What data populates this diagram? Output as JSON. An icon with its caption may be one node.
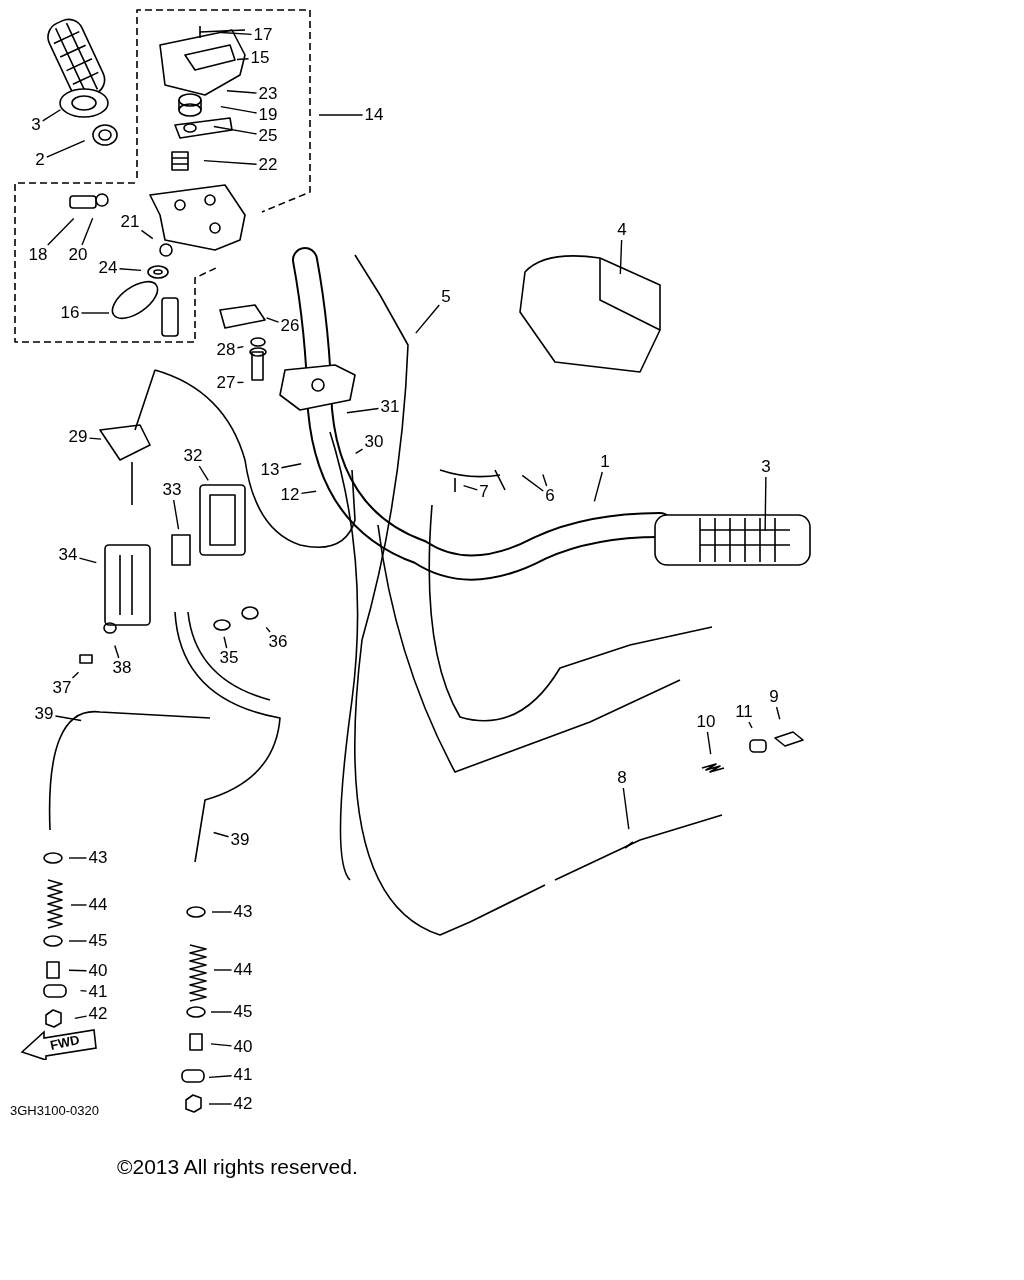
{
  "diagram": {
    "nodes": [
      {
        "text": [
          "17"
        ]
      },
      {
        "text": [
          "15"
        ]
      },
      {
        "text": [
          "23"
        ]
      },
      {
        "text": [
          "3"
        ]
      },
      {
        "text": [
          "19"
        ]
      },
      {
        "text": [
          "14"
        ]
      },
      {
        "text": [
          "25"
        ]
      },
      {
        "text": [
          "2"
        ]
      },
      {
        "text": [
          "22"
        ]
      },
      {
        "text": [
          "4"
        ]
      },
      {
        "text": [
          "21"
        ]
      },
      {
        "text": [
          "18"
        ]
      },
      {
        "text": [
          "20"
        ]
      },
      {
        "text": [
          "24"
        ]
      },
      {
        "text": [
          "5"
        ]
      },
      {
        "text": [
          "16"
        ]
      },
      {
        "text": [
          "26"
        ]
      },
      {
        "text": [
          "28"
        ]
      },
      {
        "text": [
          "27"
        ]
      },
      {
        "text": [
          "31"
        ]
      },
      {
        "text": [
          "30"
        ]
      },
      {
        "text": [
          "29"
        ]
      },
      {
        "text": [
          "32"
        ]
      },
      {
        "text": [
          "1"
        ]
      },
      {
        "text": [
          "3"
        ]
      },
      {
        "text": [
          "13"
        ]
      },
      {
        "text": [
          "33"
        ]
      },
      {
        "text": [
          "7"
        ]
      },
      {
        "text": [
          "6"
        ]
      },
      {
        "text": [
          "12"
        ]
      },
      {
        "text": [
          "34"
        ]
      },
      {
        "text": [
          "35"
        ]
      },
      {
        "text": [
          "36"
        ]
      },
      {
        "text": [
          "38"
        ]
      },
      {
        "text": [
          "37"
        ]
      },
      {
        "text": [
          "9"
        ]
      },
      {
        "text": [
          "39"
        ]
      },
      {
        "text": [
          "11"
        ]
      },
      {
        "text": [
          "10"
        ]
      },
      {
        "text": [
          "8"
        ]
      },
      {
        "text": [
          "39"
        ]
      },
      {
        "text": [
          "43"
        ]
      },
      {
        "text": [
          "43"
        ]
      },
      {
        "text": [
          "44"
        ]
      },
      {
        "text": [
          "45"
        ]
      },
      {
        "text": [
          "44"
        ]
      },
      {
        "text": [
          "40"
        ]
      },
      {
        "text": [
          "41"
        ]
      },
      {
        "text": [
          "45"
        ]
      },
      {
        "text": [
          "42"
        ]
      },
      {
        "text": [
          "FWD"
        ]
      },
      {
        "text": [
          "40"
        ]
      },
      {
        "text": [
          "41"
        ]
      },
      {
        "text": [
          "42"
        ]
      }
    ],
    "edges": [
      {
        "from": 0,
        "to": null,
        "arrow": "none"
      },
      {
        "from": 1,
        "to": null,
        "arrow": "none"
      },
      {
        "from": 2,
        "to": null,
        "arrow": "none"
      },
      {
        "from": 3,
        "to": null,
        "arrow": "none"
      },
      {
        "from": 4,
        "to": null,
        "arrow": "none"
      },
      {
        "from": 5,
        "to": null,
        "arrow": "none"
      },
      {
        "from": 6,
        "to": null,
        "arrow": "none"
      },
      {
        "from": 7,
        "to": null,
        "arrow": "none"
      },
      {
        "from": 8,
        "to": null,
        "arrow": "none"
      },
      {
        "from": 9,
        "to": null,
        "arrow": "none"
      },
      {
        "from": 10,
        "to": null,
        "arrow": "none"
      },
      {
        "from": 11,
        "to": null,
        "arrow": "none"
      },
      {
        "from": 12,
        "to": null,
        "arrow": "none"
      },
      {
        "from": 13,
        "to": null,
        "arrow": "none"
      },
      {
        "from": 14,
        "to": null,
        "arrow": "none"
      },
      {
        "from": 15,
        "to": null,
        "arrow": "none"
      },
      {
        "from": 16,
        "to": null,
        "arrow": "none"
      },
      {
        "from": 17,
        "to": null,
        "arrow": "none"
      },
      {
        "from": 18,
        "to": null,
        "arrow": "none"
      },
      {
        "from": 19,
        "to": null,
        "arrow": "none"
      },
      {
        "from": 20,
        "to": null,
        "arrow": "none"
      },
      {
        "from": 21,
        "to": null,
        "arrow": "none"
      },
      {
        "from": 22,
        "to": null,
        "arrow": "none"
      },
      {
        "from": 23,
        "to": null,
        "arrow": "none"
      },
      {
        "from": 24,
        "to": null,
        "arrow": "none"
      },
      {
        "from": 25,
        "to": null,
        "arrow": "none"
      },
      {
        "from": 26,
        "to": null,
        "arrow": "none"
      },
      {
        "from": 27,
        "to": null,
        "arrow": "none"
      },
      {
        "from": 28,
        "to": null,
        "arrow": "none"
      },
      {
        "from": 28,
        "to": null,
        "arrow": "none"
      },
      {
        "from": 29,
        "to": null,
        "arrow": "none"
      },
      {
        "from": 30,
        "to": null,
        "arrow": "none"
      },
      {
        "from": 31,
        "to": null,
        "arrow": "none"
      },
      {
        "from": 32,
        "to": null,
        "arrow": "none"
      },
      {
        "from": 33,
        "to": null,
        "arrow": "none"
      },
      {
        "from": 34,
        "to": null,
        "arrow": "none"
      },
      {
        "from": 35,
        "to": null,
        "arrow": "none"
      },
      {
        "from": 36,
        "to": null,
        "arrow": "none"
      },
      {
        "from": 37,
        "to": null,
        "arrow": "none"
      },
      {
        "from": 38,
        "to": null,
        "arrow": "none"
      },
      {
        "from": 39,
        "to": null,
        "arrow": "none"
      },
      {
        "from": 40,
        "to": null,
        "arrow": "none"
      },
      {
        "from": 41,
        "to": null,
        "arrow": "none"
      },
      {
        "from": 42,
        "to": null,
        "arrow": "none"
      },
      {
        "from": 43,
        "to": null,
        "arrow": "none"
      },
      {
        "from": 44,
        "to": null,
        "arrow": "none"
      },
      {
        "from": 45,
        "to": null,
        "arrow": "none"
      },
      {
        "from": 46,
        "to": null,
        "arrow": "none"
      },
      {
        "from": 47,
        "to": null,
        "arrow": "none"
      },
      {
        "from": 48,
        "to": null,
        "arrow": "none"
      },
      {
        "from": 49,
        "to": null,
        "arrow": "none"
      },
      {
        "from": 51,
        "to": null,
        "arrow": "none"
      },
      {
        "from": 52,
        "to": null,
        "arrow": "none"
      },
      {
        "from": 53,
        "to": null,
        "arrow": "none"
      }
    ],
    "labels": [
      "3GH3100-0320",
      "©2013 All rights reserved."
    ]
  }
}
